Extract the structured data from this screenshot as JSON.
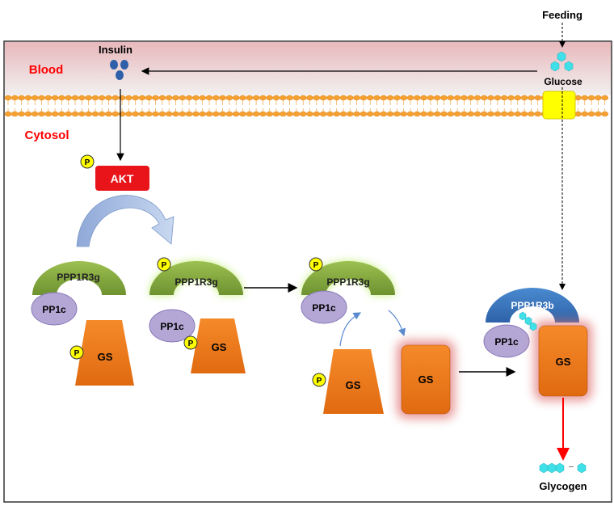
{
  "labels": {
    "feeding": "Feeding",
    "glucose": "Glucose",
    "insulin": "Insulin",
    "blood": "Blood",
    "cytosol": "Cytosol",
    "akt": "AKT",
    "phospho": "P",
    "ppp1r3g": "PPP1R3g",
    "ppp1r3b": "PPP1R3b",
    "pp1c": "PP1c",
    "gs": "GS",
    "glycogen": "Glycogen",
    "ellipsis": "..."
  },
  "colors": {
    "compartment_label": "#ff0000",
    "akt": "#e8141a",
    "ppp1r3g": "#8cb040",
    "ppp1r3b": "#3a78c0",
    "pp1c": "#b4a7d6",
    "gs": "#f07818",
    "glucose": "#40e0e8",
    "insulin": "#2e5fa8",
    "phospho": "#ffff00",
    "transporter": "#ffff00",
    "glycogen_arrow": "#ff0000"
  }
}
